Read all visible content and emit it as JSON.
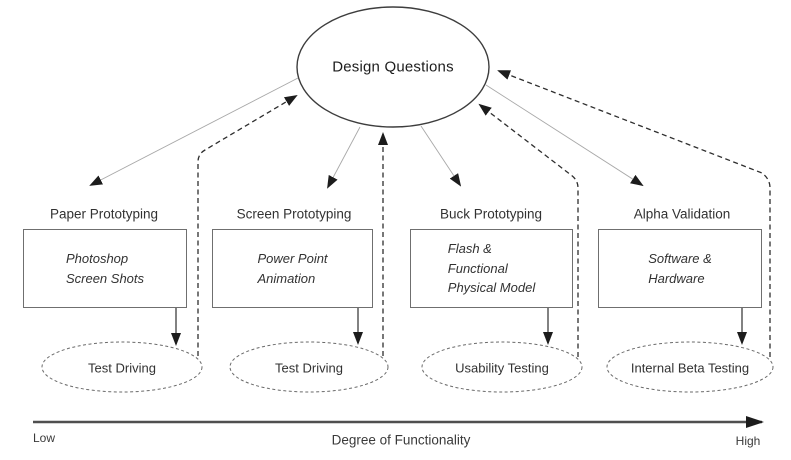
{
  "diagram": {
    "root": {
      "label": "Design Questions"
    },
    "columns": [
      {
        "label": "Paper Prototyping",
        "box": "Photoshop\nScreen Shots",
        "outcome": "Test Driving"
      },
      {
        "label": "Screen Prototyping",
        "box": "Power Point\nAnimation",
        "outcome": "Test Driving"
      },
      {
        "label": "Buck Prototyping",
        "box": "Flash &\nFunctional\nPhysical Model",
        "outcome": "Usability Testing"
      },
      {
        "label": "Alpha Validation",
        "box": "Software &\nHardware",
        "outcome": "Internal Beta Testing"
      }
    ],
    "axis": {
      "label": "Degree of Functionality",
      "min_label": "Low",
      "max_label": "High"
    },
    "colors": {
      "ink": "#1f1f1f",
      "connector_light": "#a8a8a8",
      "arrow_dark": "#2e2e2e",
      "feedback_dash": "#2e2e2e",
      "ellipse_top_stroke": "#3d3d3d",
      "ellipse_bottom_stroke": "#6a6a6a",
      "box_border": "#6f6f6f",
      "axis_line": "#4f4f4f"
    }
  }
}
